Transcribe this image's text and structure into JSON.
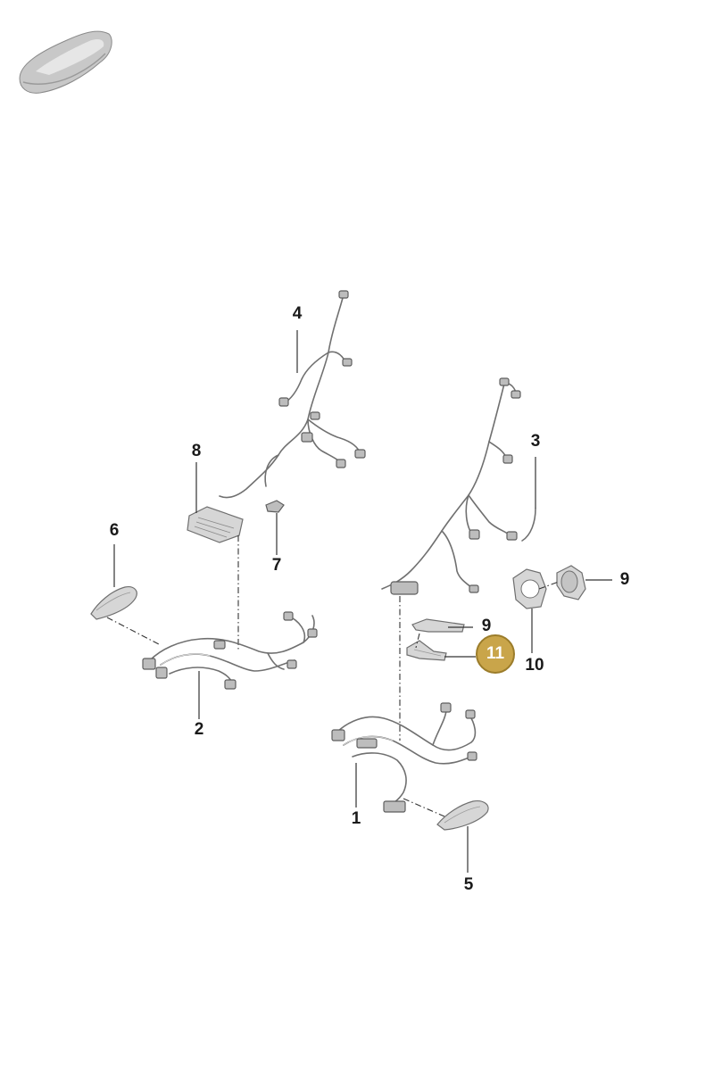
{
  "callouts": [
    {
      "id": "lbl-1",
      "text": "1"
    },
    {
      "id": "lbl-2",
      "text": "2"
    },
    {
      "id": "lbl-3",
      "text": "3"
    },
    {
      "id": "lbl-4",
      "text": "4"
    },
    {
      "id": "lbl-5",
      "text": "5"
    },
    {
      "id": "lbl-6",
      "text": "6"
    },
    {
      "id": "lbl-7",
      "text": "7"
    },
    {
      "id": "lbl-8",
      "text": "8"
    },
    {
      "id": "lbl-9a",
      "text": "9"
    },
    {
      "id": "lbl-9b",
      "text": "9"
    },
    {
      "id": "lbl-10",
      "text": "10"
    }
  ],
  "highlight": {
    "text": "11",
    "color": "#c9a54a"
  },
  "icons": {
    "vehicle": "car-silhouette-icon"
  }
}
